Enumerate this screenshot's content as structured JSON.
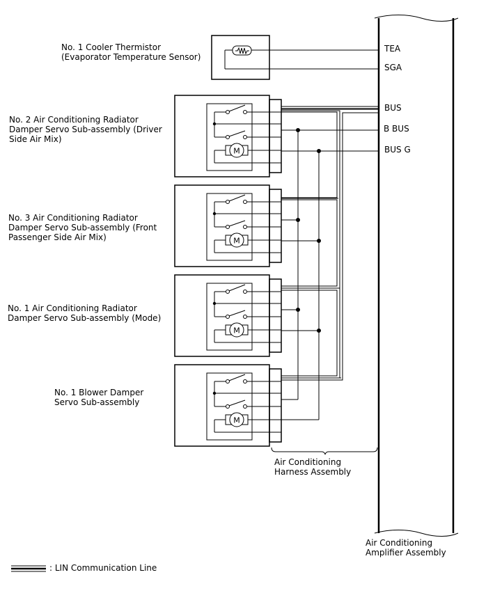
{
  "components": {
    "thermistor": {
      "line1": "No. 1 Cooler Thermistor",
      "line2": "(Evaporator Temperature Sensor)"
    },
    "servo_driver": {
      "line1": "No. 2 Air Conditioning Radiator",
      "line2": "Damper Servo Sub-assembly (Driver",
      "line3": "Side Air Mix)"
    },
    "servo_passenger": {
      "line1": "No. 3 Air Conditioning Radiator",
      "line2": "Damper Servo Sub-assembly (Front",
      "line3": "Passenger Side Air Mix)"
    },
    "servo_mode": {
      "line1": "No. 1 Air Conditioning Radiator",
      "line2": "Damper Servo Sub-assembly (Mode)"
    },
    "blower_servo": {
      "line1": "No. 1 Blower Damper",
      "line2": "Servo Sub-assembly"
    },
    "harness": {
      "line1": "Air Conditioning",
      "line2": "Harness Assembly"
    },
    "amplifier": {
      "line1": "Air Conditioning",
      "line2": "Amplifier Assembly"
    }
  },
  "pins": {
    "tea": "TEA",
    "sga": "SGA",
    "bus": "BUS",
    "b_bus": "B BUS",
    "bus_g": "BUS G"
  },
  "motor_symbol": "M",
  "legend": {
    "lin_label": ": LIN Communication Line"
  }
}
